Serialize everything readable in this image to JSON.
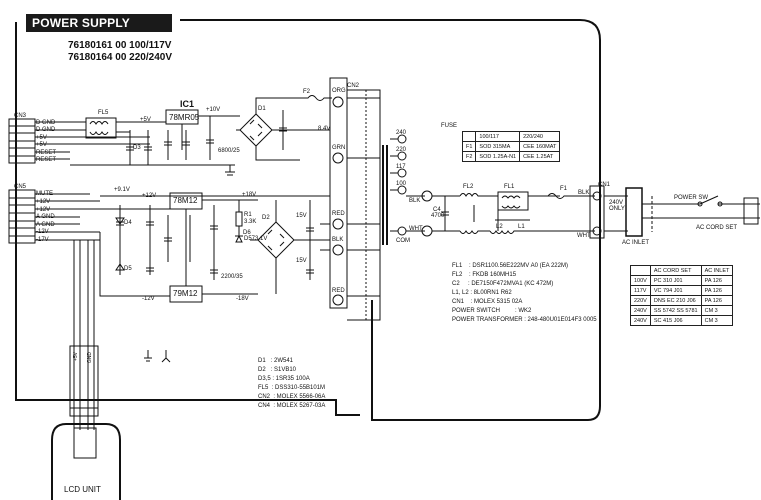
{
  "header": {
    "title": "POWER SUPPLY BOARD",
    "part_numbers": [
      "76180161 00 100/117V",
      "76180164 00 220/240V"
    ]
  },
  "components": {
    "ic1": "IC1",
    "ic1_part": "78MR05",
    "reg_pos": "78M12",
    "reg_neg": "79M12",
    "fl5": "FL5",
    "fl1": "FL1",
    "fl2": "FL2",
    "l1": "L1",
    "l2": "L2",
    "f1": "F1",
    "f2": "F2",
    "d1": "D1",
    "d2": "D2",
    "d3": "D3",
    "d4": "D4",
    "d5": "D5",
    "d6": "D6",
    "r1": "R1",
    "r1_val": "3.3K",
    "c4": "C4",
    "c4_val": "4700",
    "cn1": "CN1",
    "cn2": "CN2",
    "cn3": "CN3",
    "cn5": "CN5",
    "c6_val": "6800/25",
    "c8_val": "2200/35",
    "d6_val": "D573.1V"
  },
  "voltage_labels": {
    "v10": "+10V",
    "v5": "+5V",
    "v91": "+9.1V",
    "v12": "+12V",
    "v18": "+18V",
    "vm12": "-12V",
    "vm18": "-18V",
    "v84": "8.4V",
    "v15a": "15V",
    "v15b": "15V"
  },
  "cn3_pins": [
    "D GND",
    "D GND",
    "+5V",
    "+5V",
    "RESET",
    "RESET"
  ],
  "cn5_pins": [
    "MUTE",
    "+12V",
    "+12V",
    "A GND",
    "A GND",
    "-12V",
    "-17V"
  ],
  "transformer": {
    "org": "ORG",
    "grn": "GRN",
    "red": "RED",
    "blk": "BLK",
    "red2": "RED",
    "taps": [
      "240",
      "220",
      "117",
      "100"
    ],
    "blk_tap": "BLK",
    "wht": "WHT",
    "com": "COM"
  },
  "fuse_table": {
    "title": "FUSE",
    "headers": [
      "",
      "100/117",
      "220/240"
    ],
    "rows": [
      [
        "F1",
        "SOD 315MA",
        "CEE 160MAT"
      ],
      [
        "F2",
        "SOD 1.25A-N1",
        "CEE 1.25AT"
      ]
    ]
  },
  "ac": {
    "voltage_only": "240V ONLY",
    "ac_inlet": "AC INLET",
    "power_sw": "POWER SW",
    "cord_set": "AC CORD SET",
    "wht": "WHT",
    "blk": "BLK"
  },
  "cord_table": {
    "headers": [
      "",
      "AC CORD SET",
      "AC INLET"
    ],
    "rows": [
      [
        "100V",
        "PC 310 J01",
        "PA 126"
      ],
      [
        "117V",
        "VC 794 J01",
        "PA 126"
      ],
      [
        "220V",
        "DNS EC 210 J06",
        "PA 126"
      ],
      [
        "240V",
        "SS 5742 SS 5781",
        "CM 3"
      ],
      [
        "240V",
        "SC 415 J06",
        "CM 3"
      ]
    ]
  },
  "parts_list_left": [
    "D1   : 2W541",
    "D2   : S1VB10",
    "D3,5 : 1SR35 100A",
    "FL5  : DSS310-55B101M",
    "CN2  : MOLEX 5566-06A",
    "CN4  : MOLEX 5267-03A"
  ],
  "parts_list_right": [
    "FL1    : DSR1100.56E222MV A0 (EA 222M)",
    "FL2    : FKDB 160MH15",
    "C2     : DE7150F472MVA1 (KC 472M)",
    "L1, L2 : 8L00RN1 R62",
    "CN1    : MOLEX 5315 02A",
    "POWER SWITCH         : WK2",
    "POWER TRANSFORMER : 248-480U01E014F3 0005"
  ],
  "lcd_unit": "LCD UNIT",
  "lcd_pins": [
    "+5V",
    "GND"
  ]
}
